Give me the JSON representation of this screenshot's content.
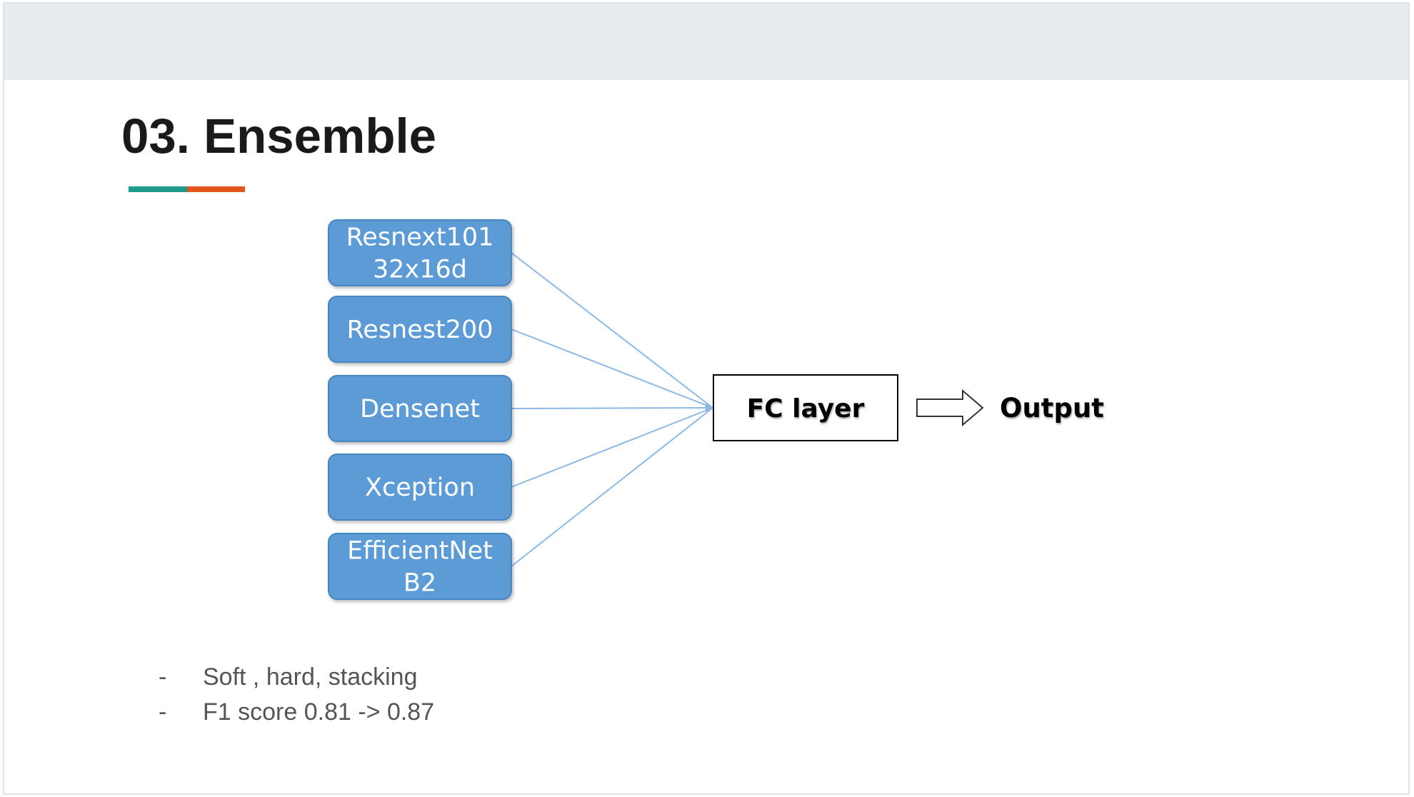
{
  "slide": {
    "title": "03. Ensemble",
    "accent_colors": [
      "#1f9a8a",
      "#e2571b"
    ]
  },
  "diagram": {
    "models": [
      {
        "lines": [
          "Resnext101",
          "32x16d"
        ]
      },
      {
        "lines": [
          "Resnest200"
        ]
      },
      {
        "lines": [
          "Densenet"
        ]
      },
      {
        "lines": [
          "Xception"
        ]
      },
      {
        "lines": [
          "EfficientNet",
          "B2"
        ]
      }
    ],
    "model_fill": "#5b9bd5",
    "model_stroke": "#4a86bf",
    "connector_color": "#8db8e3",
    "fc_label": "FC layer",
    "output_label": "Output"
  },
  "bullets": {
    "marker": "-",
    "items": [
      "Soft , hard, stacking",
      "F1 score 0.81 -> 0.87"
    ]
  }
}
